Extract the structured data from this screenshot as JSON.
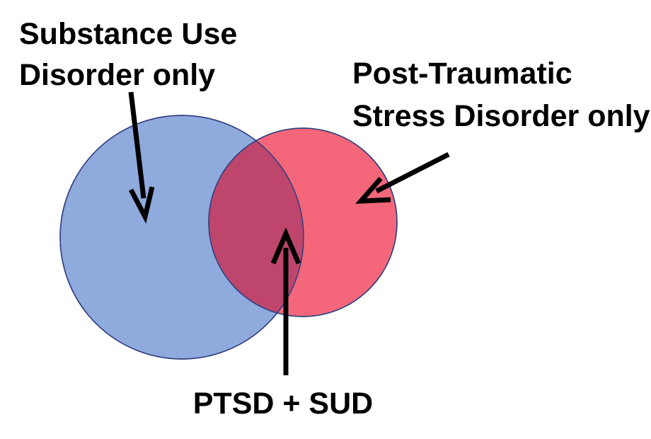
{
  "labels": {
    "sud_only": [
      "Substance Use",
      "Disorder only"
    ],
    "ptsd_only": [
      "Post-Traumatic",
      "Stress Disorder only"
    ],
    "overlap": "PTSD + SUD"
  },
  "colors": {
    "sud_circle": "#8faadc",
    "ptsd_circle": "#f4677a",
    "overlap": "#be466c",
    "circle_outline": "#2f3f80",
    "arrow": "#000000",
    "text": "#000000"
  }
}
